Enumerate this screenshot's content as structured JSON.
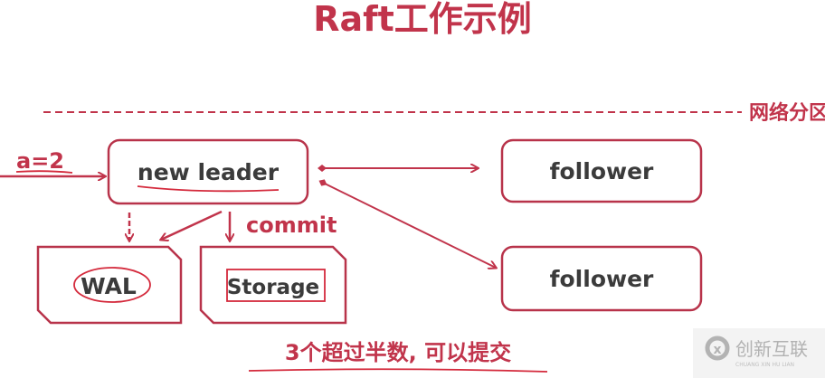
{
  "title": "Raft工作示例",
  "partition_label": "网络分区",
  "input_label": "a=2",
  "nodes": {
    "leader": "new leader",
    "follower_1": "follower",
    "follower_2": "follower",
    "wal": "WAL",
    "storage": "Storage"
  },
  "commit_label": "commit",
  "conclusion": "3个超过半数, 可以提交",
  "watermark": {
    "brand": "创新互联",
    "sub": "CHUANG XIN HU LIAN"
  },
  "colors": {
    "accent": "#c1344b",
    "text": "#3b3b3b"
  }
}
